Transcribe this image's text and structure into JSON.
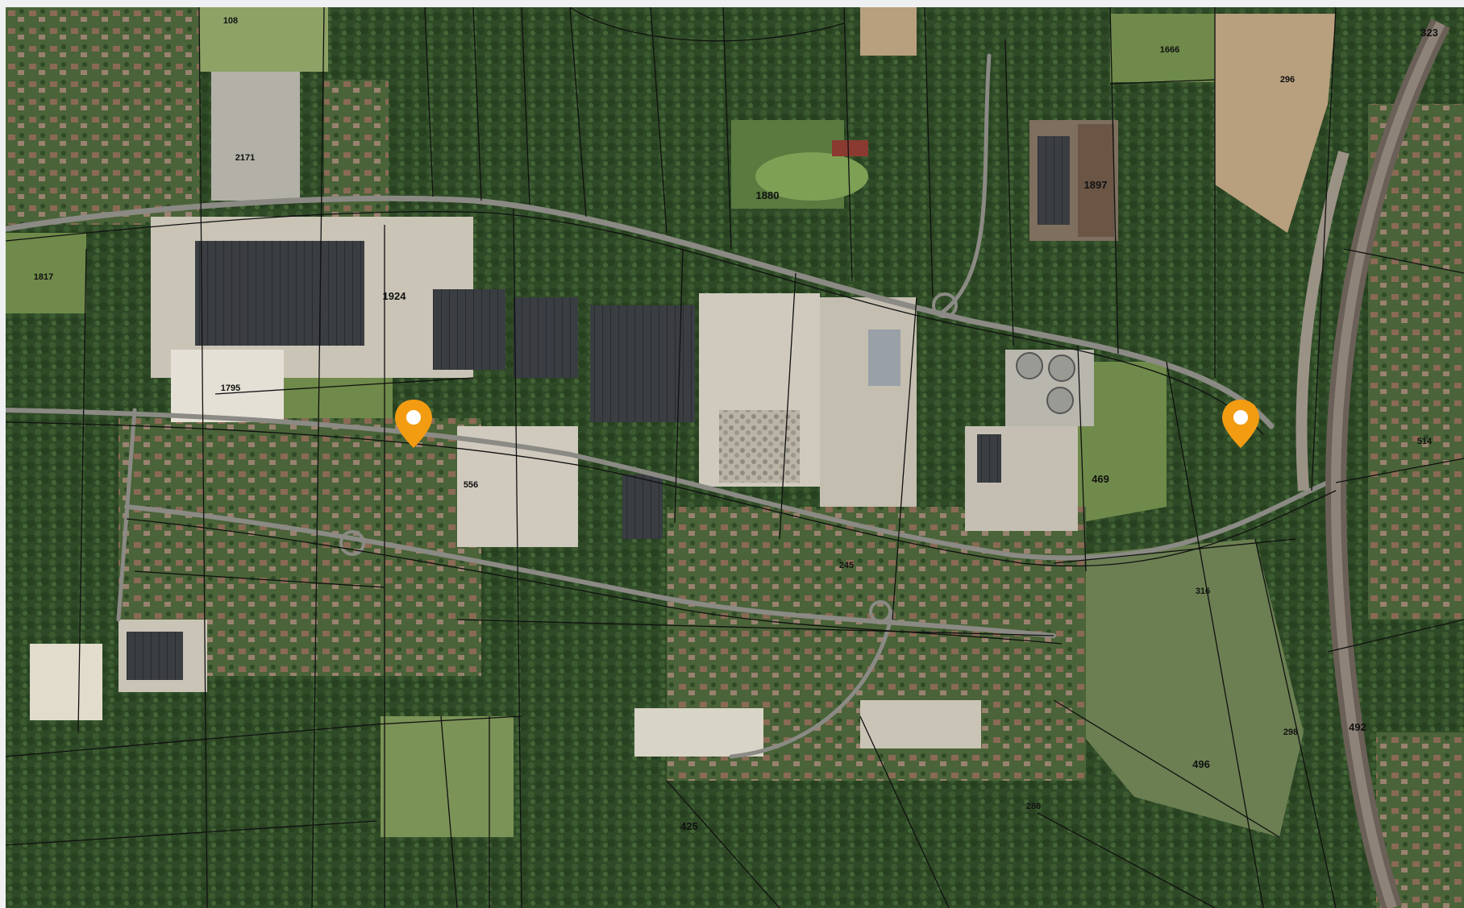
{
  "map": {
    "type": "satellite-cadastral",
    "colors": {
      "forest": "#2f4a27",
      "forest_light": "#3f5f31",
      "field": "#6f8a4a",
      "field_light": "#8ea266",
      "ploughed": "#b89f7e",
      "industrial_roof": "#3a3d42",
      "concrete": "#c9c4b6",
      "road": "#8b8a84",
      "parcel_line": "#101010",
      "railway": "#6b6058",
      "pin": "#f39c12"
    },
    "parcel_labels": [
      {
        "id": "p1",
        "text": "1924",
        "big": true
      },
      {
        "id": "p2",
        "text": "1880",
        "big": true
      },
      {
        "id": "p3",
        "text": "1897",
        "big": true
      },
      {
        "id": "p4",
        "text": "469",
        "big": true
      },
      {
        "id": "p5",
        "text": "496",
        "big": true
      },
      {
        "id": "p6",
        "text": "492",
        "big": true
      },
      {
        "id": "p7",
        "text": "425",
        "big": true
      },
      {
        "id": "p8",
        "text": "323",
        "big": true
      },
      {
        "id": "p9",
        "text": "1795",
        "big": false
      },
      {
        "id": "p10",
        "text": "1817",
        "big": false
      },
      {
        "id": "p11",
        "text": "296",
        "big": false
      },
      {
        "id": "p12",
        "text": "1666",
        "big": false
      },
      {
        "id": "p13",
        "text": "108",
        "big": false
      },
      {
        "id": "p14",
        "text": "2171",
        "big": false
      },
      {
        "id": "p15",
        "text": "514",
        "big": false
      },
      {
        "id": "p16",
        "text": "316",
        "big": false
      },
      {
        "id": "p17",
        "text": "298",
        "big": false
      },
      {
        "id": "p18",
        "text": "245",
        "big": false
      },
      {
        "id": "p19",
        "text": "556",
        "big": false
      },
      {
        "id": "p20",
        "text": "286",
        "big": false
      }
    ],
    "markers": [
      {
        "id": "marker-1",
        "icon": "map-pin-icon"
      },
      {
        "id": "marker-2",
        "icon": "map-pin-icon"
      }
    ]
  }
}
